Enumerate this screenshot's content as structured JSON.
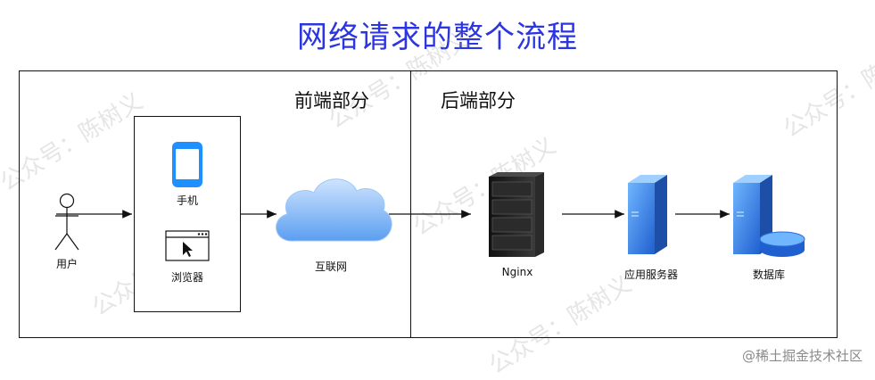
{
  "title": "网络请求的整个流程",
  "sections": {
    "frontend": "前端部分",
    "backend": "后端部分"
  },
  "nodes": {
    "user": "用户",
    "phone": "手机",
    "browser": "浏览器",
    "internet": "互联网",
    "nginx": "Nginx",
    "app_server": "应用服务器",
    "database": "数据库"
  },
  "watermark": "公众号：陈树义",
  "footer": "@稀土掘金技术社区",
  "colors": {
    "title": "#2b35e0",
    "device_blue": "#1e90ff",
    "server_blue": "#2a7fe0",
    "cloud_blue": "#4a8fe8"
  },
  "icons": [
    "stick-figure-icon",
    "smartphone-icon",
    "browser-window-icon",
    "cloud-icon",
    "server-rack-icon",
    "server-icon",
    "database-server-icon"
  ]
}
